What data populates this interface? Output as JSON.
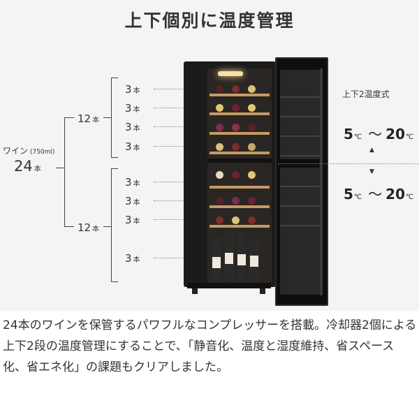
{
  "title": "上下個別に温度管理",
  "capacity": {
    "wine_label": "ワイン",
    "wine_ml": "(750ml)",
    "total": "24",
    "unit": "本",
    "upper_total": "12",
    "lower_total": "12",
    "shelves": [
      "3",
      "3",
      "3",
      "3",
      "3",
      "3",
      "3",
      "3"
    ]
  },
  "temperature": {
    "label": "上下2温度式",
    "upper": {
      "min": "5",
      "max": "20"
    },
    "lower": {
      "min": "5",
      "max": "20"
    },
    "unit": "℃",
    "tilde": "～"
  },
  "description": "24本のワインを保管するパワフルなコンプレッサーを搭載。冷却器2個による上下2段の温度管理にすることで、「静音化、温度と湿度維持、省スペース化、省エネ化」の課題もクリアしました。",
  "colors": {
    "background": "#f4f4f4",
    "text": "#333333",
    "fridge_body": "#1b1b1b",
    "shelf_wood": "#c69a62"
  }
}
